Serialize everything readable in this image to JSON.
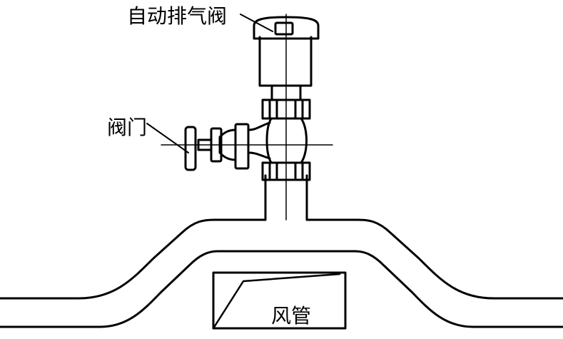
{
  "labels": {
    "air_vent": "自动排气阀",
    "valve": "阀门",
    "duct": "风管"
  },
  "colors": {
    "stroke": "#000000",
    "background": "#ffffff"
  }
}
